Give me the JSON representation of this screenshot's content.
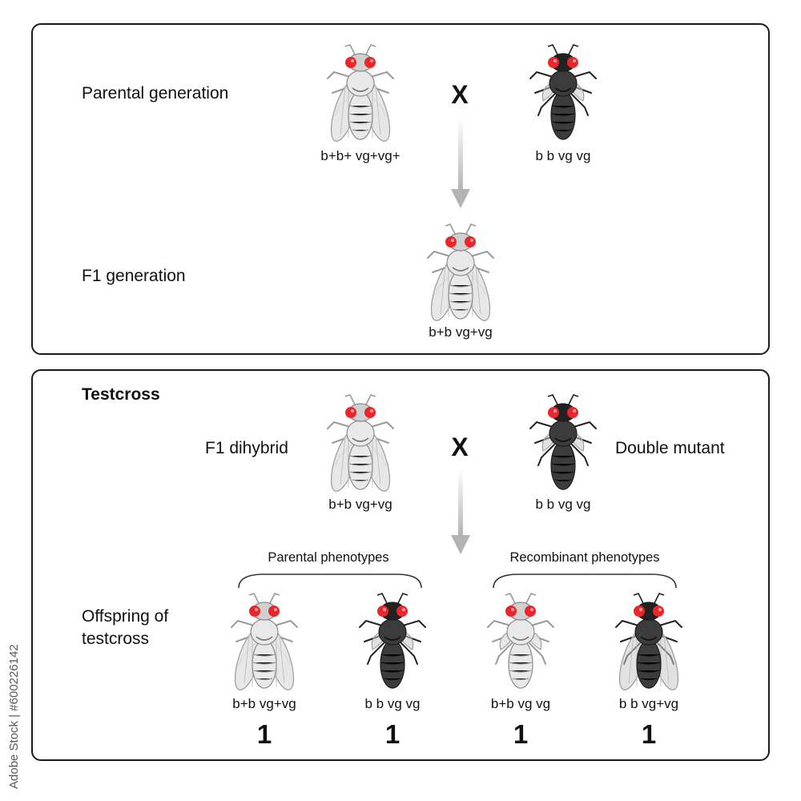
{
  "top": {
    "parental_label": "Parental generation",
    "f1_label": "F1 generation",
    "cross_symbol": "X",
    "parent_wild_genotype": "b+b+ vg+vg+",
    "parent_mutant_genotype": "b b vg vg",
    "f1_genotype": "b+b vg+vg"
  },
  "bottom": {
    "title": "Testcross",
    "f1_dihybrid_label": "F1 dihybrid",
    "double_mutant_label": "Double mutant",
    "cross_symbol": "X",
    "f1_dihybrid_genotype": "b+b vg+vg",
    "double_mutant_genotype": "b b vg vg",
    "parental_phenotypes_label": "Parental phenotypes",
    "recombinant_phenotypes_label": "Recombinant phenotypes",
    "offspring_label_line1": "Offspring of",
    "offspring_label_line2": "testcross",
    "offspring": [
      {
        "genotype": "b+b vg+vg",
        "ratio": "1",
        "body": "wild",
        "wings": "long"
      },
      {
        "genotype": "b b vg vg",
        "ratio": "1",
        "body": "black",
        "wings": "vestigial"
      },
      {
        "genotype": "b+b vg vg",
        "ratio": "1",
        "body": "wild",
        "wings": "vestigial"
      },
      {
        "genotype": "b b vg+vg",
        "ratio": "1",
        "body": "black",
        "wings": "long"
      }
    ]
  },
  "watermark": "Adobe Stock | #600226142",
  "colors": {
    "border": "#1a1a1a",
    "eye": "#e8262b",
    "wild_body": "#e6e6e6",
    "black_body": "#3a3a3a",
    "arrow": "#b8b8b8"
  }
}
